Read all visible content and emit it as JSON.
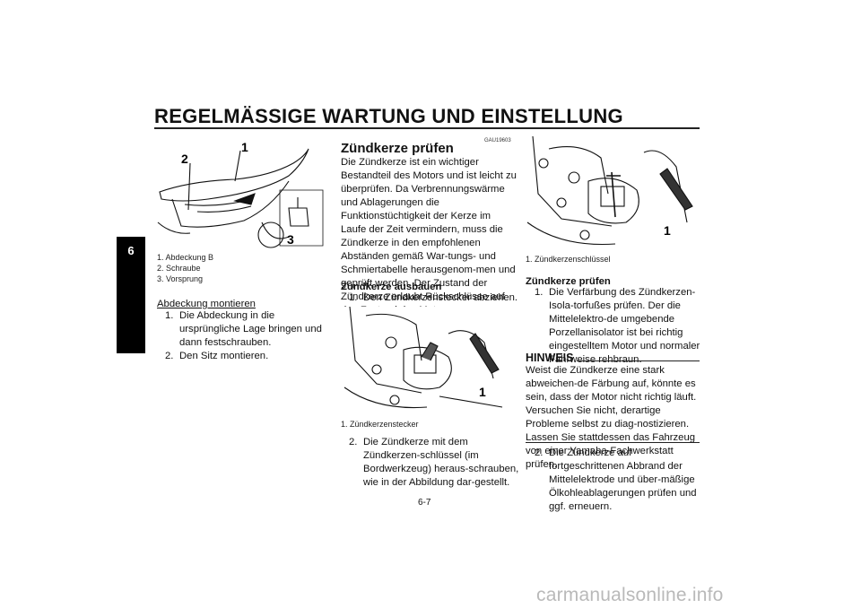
{
  "header": {
    "title": "REGELMÄSSIGE WARTUNG UND EINSTELLUNG"
  },
  "chapter_tab": "6",
  "col1": {
    "figure_callouts": [
      "2",
      "1",
      "3"
    ],
    "captions": [
      "1. Abdeckung B",
      "2. Schraube",
      "3. Vorsprung"
    ],
    "subheading": "Abdeckung montieren",
    "steps": [
      {
        "num": "1.",
        "text": "Die Abdeckung in die ursprüngliche Lage bringen und dann festschrauben."
      },
      {
        "num": "2.",
        "text": "Den Sitz montieren."
      }
    ]
  },
  "col2": {
    "code": "GAU19603",
    "heading": "Zündkerze prüfen",
    "intro": "Die Zündkerze ist ein wichtiger Bestandteil des Motors und ist leicht zu überprüfen. Da Verbrennungswärme und Ablagerungen die Funktionstüchtigkeit der Kerze im Laufe der Zeit vermindern, muss die Zündkerze in den empfohlenen Abständen gemäß War-tungs- und Schmiertabelle herausgenom-men und geprüft werden. Der Zustand der Zündkerze erlaubt Rückschlüsse auf den Zustand des Motors.",
    "subheading": "Zündkerze ausbauen",
    "step1": {
      "num": "1.",
      "text": "Den Zündkerzenstecker abziehen."
    },
    "figure_callout": "1",
    "caption": "1. Zündkerzenstecker",
    "step2": {
      "num": "2.",
      "text": "Die Zündkerze mit dem Zündkerzen-schlüssel (im Bordwerkzeug) heraus-schrauben, wie in der Abbildung dar-gestellt."
    }
  },
  "col3": {
    "figure_callout": "1",
    "caption": "1. Zündkerzenschlüssel",
    "subheading": "Zündkerze prüfen",
    "step1": {
      "num": "1.",
      "text": "Die Verfärbung des Zündkerzen-Isola-torfußes prüfen. Der die Mittelelektro-de umgebende Porzellanisolator ist bei richtig eingestelltem Motor und normaler Fahrweise rehbraun."
    },
    "hinweis_title": "HINWEIS",
    "hinweis_text": "Weist die Zündkerze eine stark abweichen-de Färbung auf, könnte es sein, dass der Motor nicht richtig läuft. Versuchen Sie nicht, derartige Probleme selbst zu diag-nostizieren. Lassen Sie stattdessen das Fahrzeug von einer Yamaha-Fachwerkstatt prüfen.",
    "step2": {
      "num": "2.",
      "text": "Die Zündkerze auf fortgeschrittenen Abbrand der Mittelelektrode und über-mäßige Ölkohleablagerungen prüfen und ggf. erneuern."
    }
  },
  "footer": {
    "page_number": "6-7"
  },
  "watermark": "carmanualsonline.info"
}
